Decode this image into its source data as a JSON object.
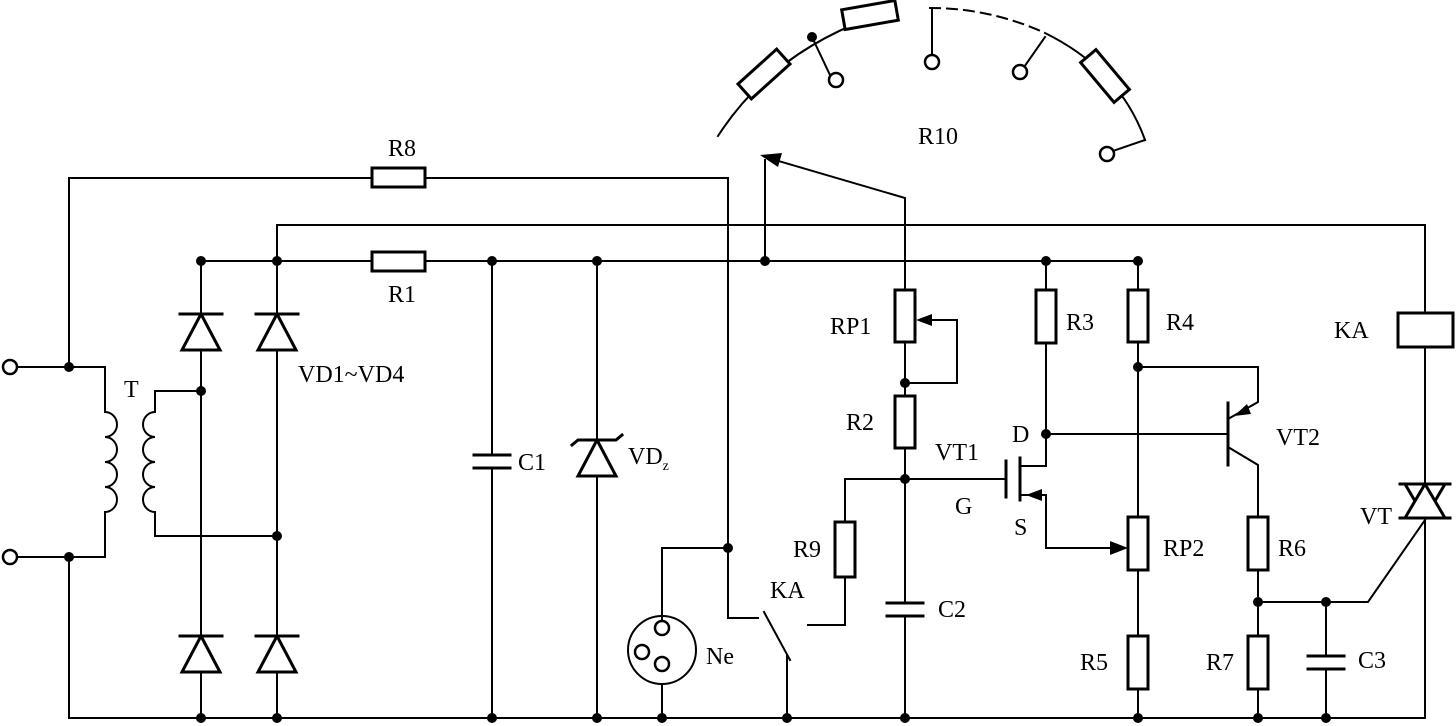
{
  "labels": {
    "R10": "R10",
    "R8": "R8",
    "R1": "R1",
    "T": "T",
    "VD1_VD4": "VD1~VD4",
    "C1": "C1",
    "VDz": "VD",
    "VDz_sub": "z",
    "RP1": "RP1",
    "R2": "R2",
    "R3": "R3",
    "R4": "R4",
    "KA_coil": "KA",
    "D": "D",
    "VT1": "VT1",
    "G": "G",
    "S": "S",
    "VT2": "VT2",
    "R9": "R9",
    "KA_contact": "KA",
    "C2": "C2",
    "RP2": "RP2",
    "R6": "R6",
    "VT": "VT",
    "Ne": "Ne",
    "R5": "R5",
    "R7": "R7",
    "C3": "C3"
  }
}
